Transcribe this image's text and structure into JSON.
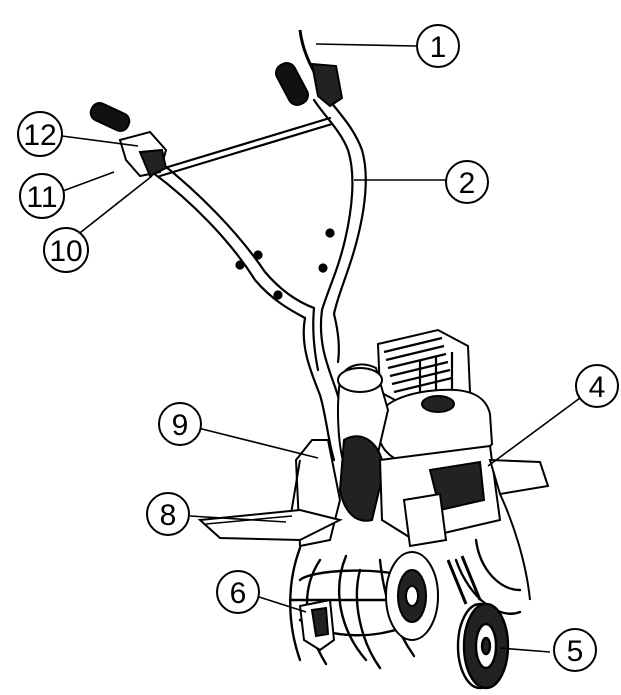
{
  "diagram": {
    "callouts": [
      {
        "id": "1",
        "label": "1"
      },
      {
        "id": "2",
        "label": "2"
      },
      {
        "id": "4",
        "label": "4"
      },
      {
        "id": "5",
        "label": "5"
      },
      {
        "id": "6",
        "label": "6"
      },
      {
        "id": "8",
        "label": "8"
      },
      {
        "id": "9",
        "label": "9"
      },
      {
        "id": "10",
        "label": "10"
      },
      {
        "id": "11",
        "label": "11"
      },
      {
        "id": "12",
        "label": "12"
      }
    ]
  }
}
